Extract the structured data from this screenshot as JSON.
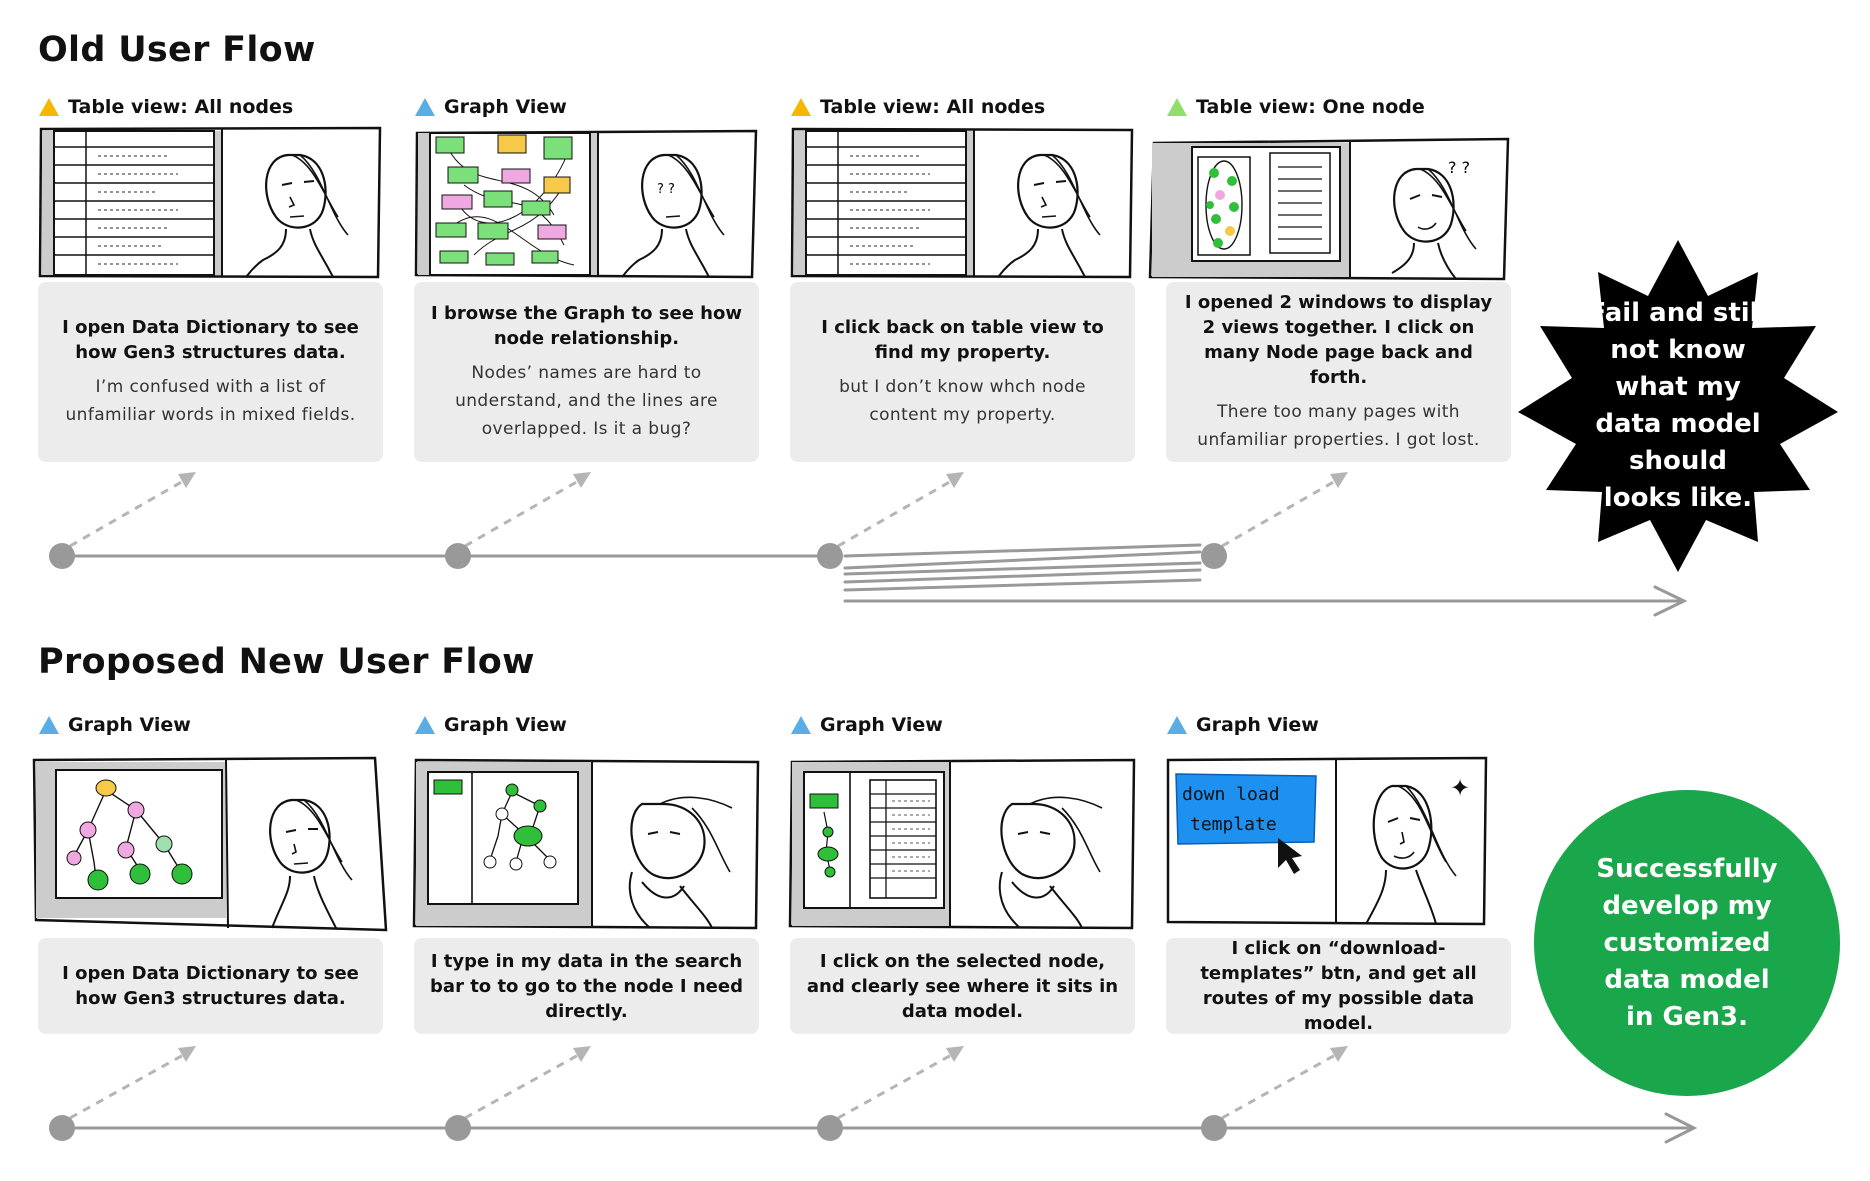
{
  "old_flow": {
    "title": "Old User Flow",
    "steps": [
      {
        "label": "Table view: All nodes",
        "marker_color": "#f5b800",
        "action": "I open Data Dictionary to see how Gen3 structures data.",
        "feeling": "I’m confused with a list of unfamiliar words in mixed fields."
      },
      {
        "label": "Graph View",
        "marker_color": "#5aaee5",
        "action": "I browse the Graph to see how node relationship.",
        "feeling": "Nodes’ names are hard to understand, and the lines are overlapped. Is it a bug?"
      },
      {
        "label": "Table view: All nodes",
        "marker_color": "#f5b800",
        "action": "I click back on table view to find my property.",
        "feeling": "but I don’t know whch node content my property."
      },
      {
        "label": "Table view: One node",
        "marker_color": "#8ee06a",
        "action": "I opened 2 windows to display 2 views together. I click on many Node page back and forth.",
        "feeling": "There too many pages with unfamiliar properties. I got lost."
      }
    ],
    "outcome": {
      "text": "Fail and still not know what my data model should looks like.",
      "color": "#000000"
    }
  },
  "new_flow": {
    "title": "Proposed New User Flow",
    "steps": [
      {
        "label": "Graph View",
        "marker_color": "#5aaee5",
        "action": "I open Data Dictionary to see how Gen3 structures data."
      },
      {
        "label": "Graph View",
        "marker_color": "#5aaee5",
        "action": "I type in my data in the search bar to to go to the node I need directly."
      },
      {
        "label": "Graph View",
        "marker_color": "#5aaee5",
        "action": "I click on the selected node, and clearly see where it sits in data model."
      },
      {
        "label": "Graph View",
        "marker_color": "#5aaee5",
        "action": "I click on “download-templates” btn, and get all routes of my possible data model."
      }
    ],
    "outcome": {
      "text": "Successfully develop my customized data model in Gen3.",
      "color": "#1aa64a"
    },
    "sketch_button_text": [
      "down load",
      "template"
    ]
  },
  "colors": {
    "timeline": "#999999",
    "caption_bg": "#ececec",
    "sketch_panel": "#cccccc"
  },
  "sketch_marks": {
    "confused": "? ?",
    "sparkle": "✦"
  }
}
